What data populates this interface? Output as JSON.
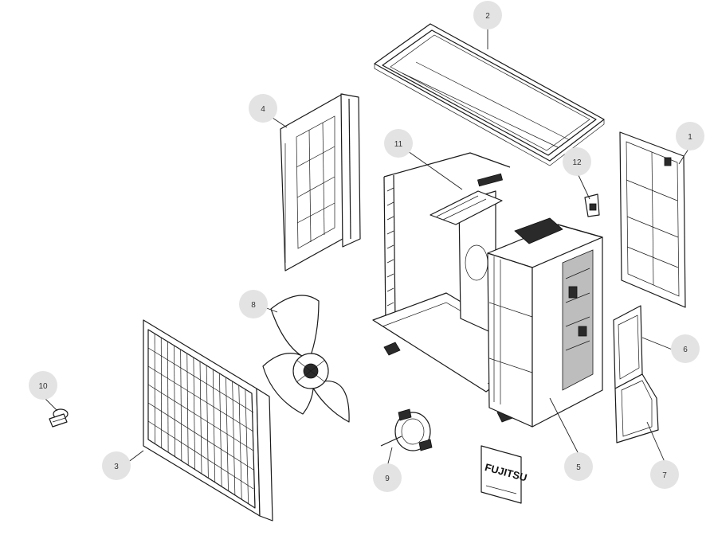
{
  "callouts": [
    {
      "id": "1",
      "label": "1"
    },
    {
      "id": "2",
      "label": "2"
    },
    {
      "id": "3",
      "label": "3"
    },
    {
      "id": "4",
      "label": "4"
    },
    {
      "id": "5",
      "label": "5"
    },
    {
      "id": "6",
      "label": "6"
    },
    {
      "id": "7",
      "label": "7"
    },
    {
      "id": "8",
      "label": "8"
    },
    {
      "id": "9",
      "label": "9"
    },
    {
      "id": "10",
      "label": "10"
    },
    {
      "id": "11",
      "label": "11"
    },
    {
      "id": "12",
      "label": "12"
    }
  ],
  "brand_plate": {
    "logo": "FUJITSU"
  },
  "colors": {
    "bubble": "#e3e3e3",
    "line": "#1a1a1a",
    "background": "#ffffff"
  }
}
